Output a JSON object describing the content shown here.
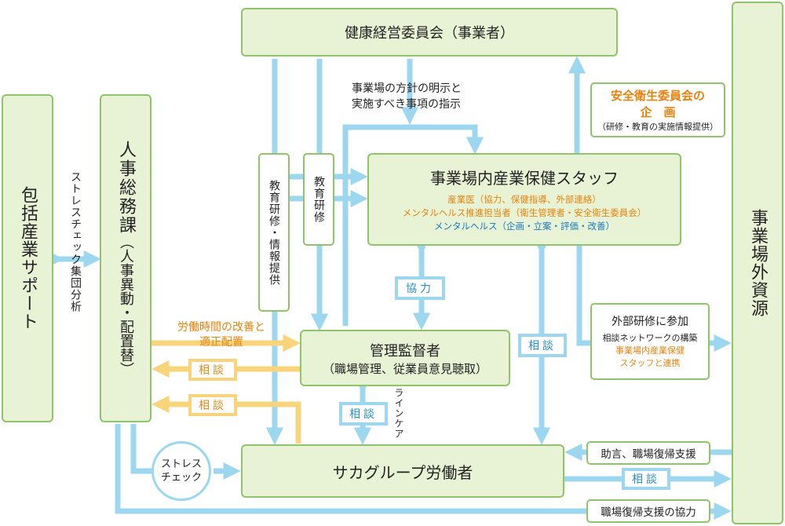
{
  "kenko_iinkai": "健康経営委員会（事業者）",
  "jigyojo_gaibu": "事業場外資源",
  "hokatsu": "包括産業サポート",
  "stress_bunseki": "ストレスチェック集団分析",
  "jinji": {
    "title": "人事総務課",
    "sub": "（人事異動・配置替）"
  },
  "kyoiku_joho": "教育研修・情報提供",
  "kyoiku": "教育研修",
  "houshin": [
    "事業場の方針の明示と",
    "実施すべき事項の指示"
  ],
  "anzen": {
    "line1": "安全衛生委員会の",
    "line2": "企　画",
    "sub": "（研修・教育の実施情報提供）"
  },
  "staff": {
    "title": "事業場内産業保健スタッフ",
    "line1": "産業医（協力、保健指導、外部連絡）",
    "line2": "メンタルヘルス推進担当者（衛生管理者・安全衛生委員会）",
    "line3": "メンタルヘルス（企画・立案・評価・改善）"
  },
  "kyoryoku": "協力",
  "soudan": "相談",
  "kanri": {
    "title": "管理監督者",
    "sub": "（職場管理、従業員意見聴取）"
  },
  "roudou_kaizen": [
    "労働時間の改善と",
    "適正配置"
  ],
  "gaibu_kenshu": {
    "title": "外部研修に参加",
    "line1": "相談ネットワークの構築",
    "line2": "事業場内産業保健",
    "line3": "スタッフと連携"
  },
  "line_care": "ラインケア",
  "stress_check": [
    "ストレス",
    "チェック"
  ],
  "roudousha": "サカグループ労働者",
  "jogen": "助言、職場復帰支援",
  "fukki_kyoryoku": "職場復帰支援の協力",
  "colors": {
    "green_fill": "#e8f3d6",
    "green_border": "#8fc46b",
    "blue_arrow": "#9dd7ef",
    "yellow_arrow": "#f8d47a",
    "orange_text": "#e8820d",
    "blue_text": "#1877c1"
  }
}
